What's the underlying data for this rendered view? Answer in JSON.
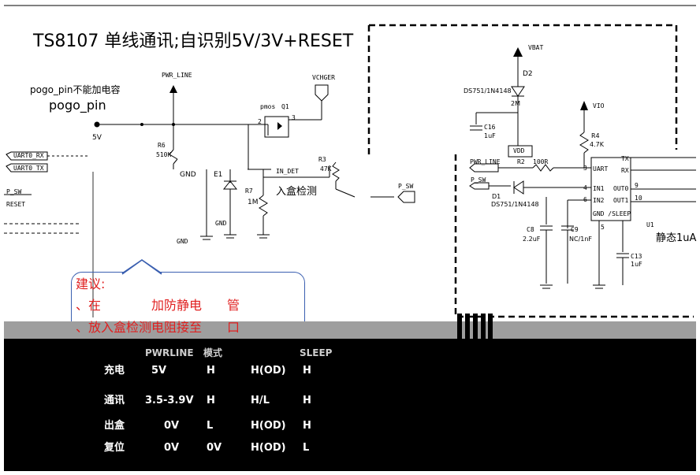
{
  "title": "TS8107 单线通讯;自识别5V/3V+RESET",
  "labels": {
    "pogo_note": "pogo_pin不能加电容",
    "pogo_pin": "pogo_pin",
    "v5": "5V",
    "pwr_line": "PWR_LINE",
    "vchger": "VCHGER",
    "pmos": "pmos",
    "q1": "Q1",
    "pin2": "2",
    "pin3": "3",
    "uart_rx": "UART0_RX",
    "uart_tx": "UART0_TX",
    "p_sw_left": "P_SW",
    "reset": "RESET",
    "r6": "R6",
    "r6_val": "510K",
    "gnd1": "GND",
    "e1": "E1",
    "gnd2": "GND",
    "gnd3": "GND",
    "r7": "R7",
    "r7_val": "1M",
    "r3": "R3",
    "r3_val": "47K",
    "in_det": "IN_DET",
    "in_box_detect": "入盒检测",
    "p_sw_mid": "P_SW",
    "vbat": "VBAT",
    "d2": "D2",
    "d2_part": "DS751/1N4148",
    "d2_2m": "2M",
    "c16": "C16",
    "c16_val": "1uF",
    "vio": "VIO",
    "r4": "R4",
    "r4_val": "4.7K",
    "vdd": "VDD",
    "pwr_line_r": "PWR_LINE",
    "r2": "R2",
    "r2_val": "100R",
    "uart_pin": "UART",
    "pin3r": "3",
    "p_sw_r": "P_SW",
    "d1": "D1",
    "d1_part": "DS751/1N4148",
    "in1": "IN1",
    "in2": "IN2",
    "pin4": "4",
    "pin6": "6",
    "out0": "OUT0",
    "out1": "OUT1",
    "pin9": "9",
    "pin10": "10",
    "gnd_sleep": "GND /SLEEP",
    "pin5": "5",
    "tx": "TX",
    "rx": "RX",
    "c8": "C8",
    "c8_val": "2.2uF",
    "c9": "C9",
    "c9_val": "NC/1nF",
    "c13": "C13",
    "c13_val": "1uF",
    "static": "静态1uA",
    "u1": "U1"
  },
  "suggestion": {
    "title": "建议:",
    "line1": "、在　　　　加防静电　　管",
    "line2": "、放入盒检测电阻接至　　口"
  },
  "table": {
    "header": [
      "PWRLINE",
      "模式",
      "SLEEP"
    ],
    "rows": [
      [
        "充电",
        "5V",
        "H",
        "H(OD)",
        "H"
      ],
      [
        "通讯",
        "3.5-3.9V",
        "H",
        "H/L",
        "H"
      ],
      [
        "出盒",
        "0V",
        "L",
        "H(OD)",
        "H"
      ],
      [
        "复位",
        "0V",
        "0V",
        "H(OD)",
        "L"
      ]
    ]
  },
  "colors": {
    "callout_border": "#3a5fb0",
    "suggestion_text": "#e02020",
    "band": "#9e9e9e"
  }
}
